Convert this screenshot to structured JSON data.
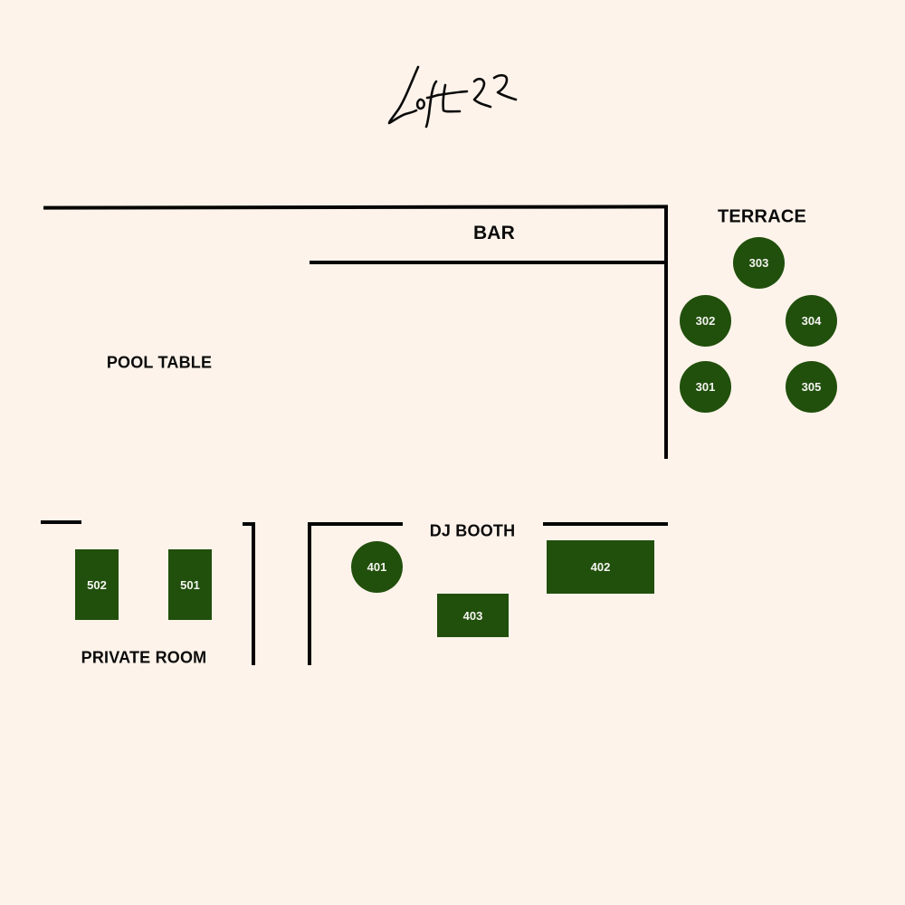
{
  "venue": {
    "name": "Loft 22",
    "logo_icon": "handwritten-signature-logo"
  },
  "colors": {
    "background": "#fdf3ea",
    "table_fill": "#214f0c",
    "table_text": "#f4f4f0",
    "wall": "#050505",
    "label_text": "#0a0a0a"
  },
  "areas": {
    "bar": "BAR",
    "terrace": "TERRACE",
    "pool_table": "POOL TABLE",
    "dj_booth": "DJ BOOTH",
    "private_room": "PRIVATE ROOM"
  },
  "tables": {
    "t301": {
      "id": "301",
      "shape": "round",
      "area": "TERRACE"
    },
    "t302": {
      "id": "302",
      "shape": "round",
      "area": "TERRACE"
    },
    "t303": {
      "id": "303",
      "shape": "round",
      "area": "TERRACE"
    },
    "t304": {
      "id": "304",
      "shape": "round",
      "area": "TERRACE"
    },
    "t305": {
      "id": "305",
      "shape": "round",
      "area": "TERRACE"
    },
    "t401": {
      "id": "401",
      "shape": "round",
      "area": "DJ BOOTH"
    },
    "t402": {
      "id": "402",
      "shape": "rect",
      "area": "DJ BOOTH"
    },
    "t403": {
      "id": "403",
      "shape": "rect",
      "area": "DJ BOOTH"
    },
    "t501": {
      "id": "501",
      "shape": "rect",
      "area": "PRIVATE ROOM"
    },
    "t502": {
      "id": "502",
      "shape": "rect",
      "area": "PRIVATE ROOM"
    }
  }
}
